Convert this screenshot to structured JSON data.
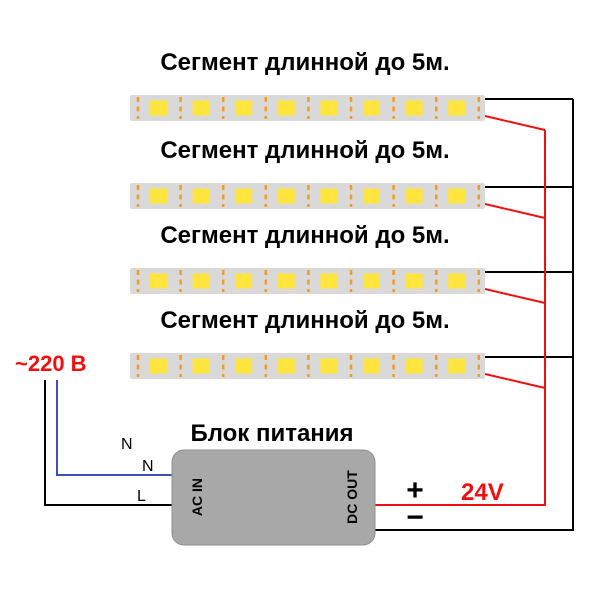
{
  "diagram": {
    "segments": [
      "Сегмент длинной до 5м.",
      "Сегмент длинной до 5м.",
      "Сегмент длинной до 5м.",
      "Сегмент длинной до 5м."
    ],
    "power_supply": {
      "title": "Блок питания",
      "ac_in": "AC IN",
      "dc_out": "DC OUT"
    },
    "mains": {
      "voltage": "~220 В",
      "wire_labels": [
        "N",
        "N",
        "L"
      ]
    },
    "output": {
      "plus": "+",
      "minus": "−",
      "voltage": "24V"
    },
    "colors": {
      "red": "#f10e0e",
      "blue": "#3f51b5",
      "black": "#000000",
      "led_yellow": "#ffe53d",
      "pad_orange": "#f59a23",
      "strip_gray": "#d9d9d9",
      "psu_gray": "#a8a8a8"
    }
  }
}
